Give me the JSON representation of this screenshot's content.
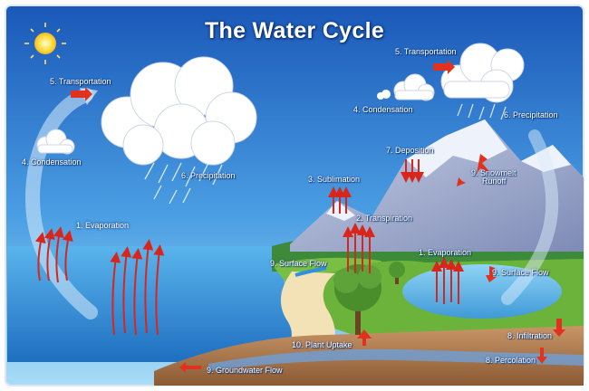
{
  "title": "The Water Cycle",
  "labels": {
    "transportation_left": "5. Transportation",
    "condensation_left": "4. Condensation",
    "precipitation_left": "6. Precipitation",
    "evaporation_left": "1. Evaporation",
    "sublimation": "3. Sublimation",
    "transpiration": "2. Transpiration",
    "surface_flow_left": "9. Surface Flow",
    "plant_uptake": "10. Plant Uptake",
    "groundwater_flow": "9. Groundwater Flow",
    "transportation_right": "5. Transportation",
    "condensation_right": "4. Condensation",
    "precipitation_right": "6. Precipitation",
    "deposition": "7. Deposition",
    "snowmelt_line1": "9. Snowmelt",
    "snowmelt_line2": "Runoff",
    "evaporation_right": "1. Evaporation",
    "surface_flow_right": "9. Surface Flow",
    "infiltration": "8. Infiltration",
    "percolation": "8. Percolation"
  },
  "colors": {
    "sky_top": "#1f5fbf",
    "sky_bottom": "#8fd0f3",
    "sea": "#3c9de0",
    "arrow_red": "#d9261c",
    "mountain": "#9aa6c9",
    "grass": "#6bb33a",
    "soil": "#b07a4c"
  },
  "icons": [
    "sun-icon",
    "cloud-icon",
    "evaporation-arrow-icon",
    "flow-arrow-icon",
    "tree-icon",
    "mountain-icon"
  ]
}
